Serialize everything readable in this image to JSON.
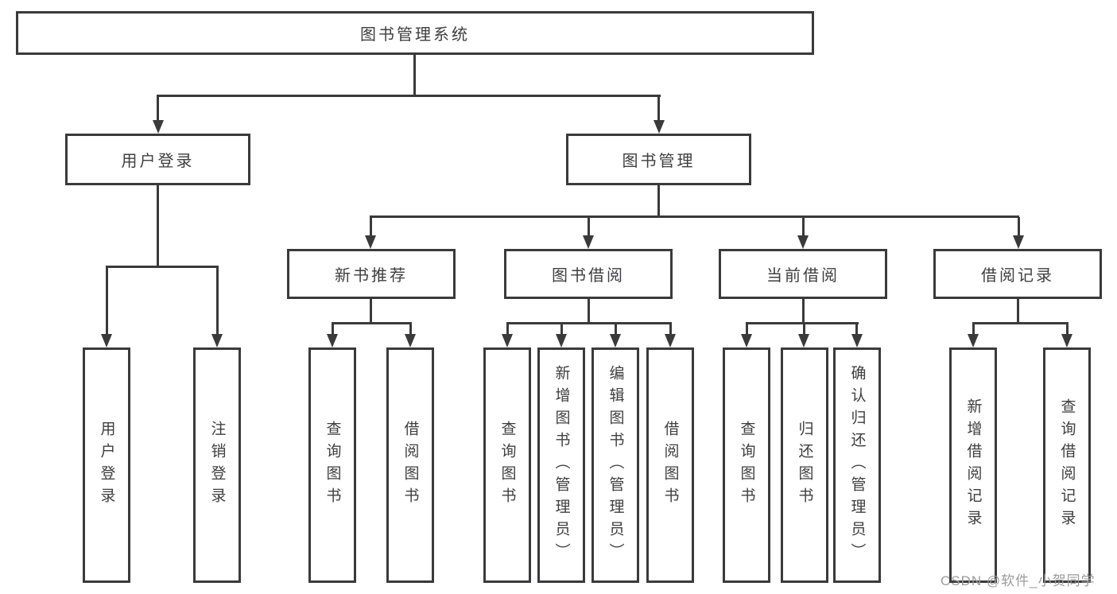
{
  "diagram": {
    "title": "图书管理系统",
    "level2": [
      "用户登录",
      "图书管理"
    ],
    "level3": [
      "新书推荐",
      "图书借阅",
      "当前借阅",
      "借阅记录"
    ],
    "leaves": {
      "login": [
        "用户登录",
        "注销登录"
      ],
      "recommend": [
        "查询图书",
        "借阅图书"
      ],
      "borrow": [
        "查询图书",
        "新增图书（管理员）",
        "编辑图书（管理员）",
        "借阅图书"
      ],
      "current": [
        "查询图书",
        "归还图书",
        "确认归还（管理员）"
      ],
      "records": [
        "新增借阅记录",
        "查询借阅记录"
      ]
    },
    "colors": {
      "line": "#3a3a3c",
      "text": "#3e3e40",
      "watermark": "#9b9b9b",
      "background": "#ffffff"
    }
  },
  "watermark": {
    "text": "CSDN @软件_小贺同学"
  }
}
